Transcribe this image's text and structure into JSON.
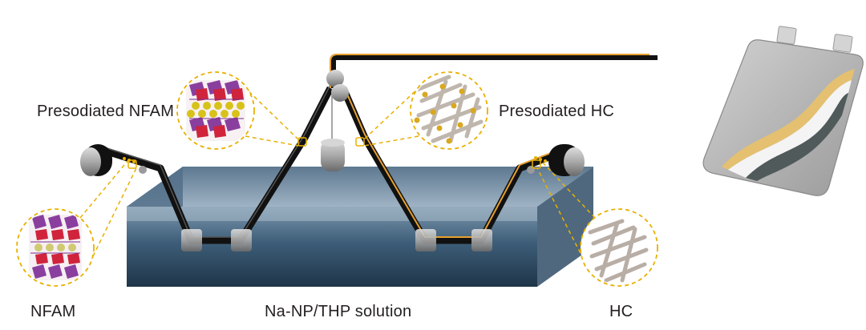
{
  "labels": {
    "presodiated_nfam": "Presodiated NFAM",
    "presodiated_hc": "Presodiated HC",
    "nfam": "NFAM",
    "hc": "HC",
    "solution": "Na-NP/THP solution"
  },
  "colors": {
    "film": "#111111",
    "hc_coating": "#e8a030",
    "tank_top": "#7f97ac",
    "tank_front": "#3a5a74",
    "callout_dash": "#e8b000",
    "nfam_purple": "#8a3f9e",
    "nfam_red": "#d0243c",
    "nfam_yellow": "#d8c21a",
    "hc_sheet": "#b8aea6",
    "battery_body": "#b9b9b9",
    "battery_gold": "#e4c070"
  }
}
